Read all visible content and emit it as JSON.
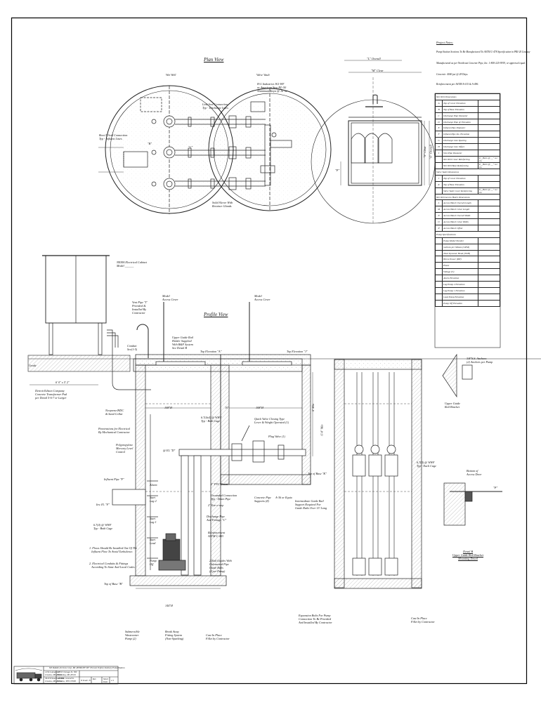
{
  "plan_view": {
    "title": "Plan View",
    "wet_well": "Wet Well",
    "valve_vault": "Valve Vault",
    "link_seal_discharge": "Link Seal Connection\nTyp - Discharge Lines",
    "boot_seal_influent": "Boot N Seal Connection\nTyp - Influent Lines",
    "hatch_note": "H-L Industries W2-WF\nor American Step HL-50\nAluminum Steps @ 16\"oc",
    "solid_sleeve": "Solid Sleeve With\nRetainer Glands",
    "dim_b": "\"B\"",
    "dim_c": "\"C\""
  },
  "section_view": {
    "overall": "\"L\" Overall",
    "clear": "\"M\" Clear",
    "clear_v": "\"N\" Clear",
    "overall_v": "\"O\" Overall",
    "dim_p": "\"P\""
  },
  "project_notes": {
    "title": "Project Notes:",
    "lines": [
      "Pump Station Sections To Be Manufactured To ASTM C-478 Specification in PRI-20 Lindsay",
      "Manufactured as per Northeast Concrete Pipe, Inc. 1-800-225-9919, or approved equal.",
      "Concrete: 4000 psi @ 28 Days.",
      "Reinforcement per ASTM A-615 & A-496."
    ]
  },
  "spec_table": {
    "sections": [
      {
        "header": "Wet Well Dimensions",
        "rows": [
          {
            "k": "A",
            "label": "Top of Cover Elevation",
            "v": ""
          },
          {
            "k": "B",
            "label": "Top of Base Elevation",
            "v": ""
          },
          {
            "k": "C",
            "label": "Discharge Pipe Diameter",
            "v": ""
          },
          {
            "k": "D",
            "label": "Discharge Pipe @ Elevation",
            "v": ""
          },
          {
            "k": "E",
            "label": "Influent Pipe Diameter",
            "v": ""
          },
          {
            "k": "F",
            "label": "Influent Pipe Inv. Elevation",
            "v": ""
          },
          {
            "k": "G",
            "label": "Discharge Line Spacing",
            "v": ""
          },
          {
            "k": "H",
            "label": "Discharge Line Offset",
            "v": ""
          },
          {
            "k": "I",
            "label": "Vent Pipe Diameter",
            "v": ""
          },
          {
            "k": "",
            "label": "Wet Well Cover Reinforcing",
            "v": "#__Bars @ __\" o.c. ew"
          },
          {
            "k": "",
            "label": "Wet Well Base Reinforcing",
            "v": "#__Bars @ __\" o.c. ew"
          }
        ]
      },
      {
        "header": "Valve Vault Dimensions",
        "rows": [
          {
            "k": "J",
            "label": "Top of Cover Elevation",
            "v": ""
          },
          {
            "k": "K",
            "label": "Top of Base Elevation",
            "v": ""
          },
          {
            "k": "",
            "label": "Valve Vault Cover Reinforcing",
            "v": "#__Bars @ __\" o.c. ew"
          }
        ]
      },
      {
        "header": "Wet Well Access Hatch Dimensions",
        "rows": [
          {
            "k": "L",
            "label": "Access Hatch Overall Length",
            "v": ""
          },
          {
            "k": "M",
            "label": "Access Hatch Clear Length",
            "v": ""
          },
          {
            "k": "N",
            "label": "Access Hatch Overall Width",
            "v": ""
          },
          {
            "k": "O",
            "label": "Access Hatch Clear Width",
            "v": ""
          },
          {
            "k": "P",
            "label": "Access Hatch Offset",
            "v": ""
          }
        ]
      },
      {
        "header": "Pump Specifications",
        "rows": [
          {
            "k": "",
            "label": "Pump Model Number",
            "v": ""
          },
          {
            "k": "",
            "label": "Gallons per Minute (GPM)",
            "v": ""
          },
          {
            "k": "",
            "label": "Total Dynamic Head (TDH)",
            "v": ""
          },
          {
            "k": "",
            "label": "Horse Power (HP)",
            "v": ""
          },
          {
            "k": "",
            "label": "Phase",
            "v": ""
          },
          {
            "k": "",
            "label": "Voltage (V)",
            "v": ""
          },
          {
            "k": "",
            "label": "Alarm Elevation",
            "v": ""
          },
          {
            "k": "",
            "label": "Lag Pump 2 Elevation",
            "v": ""
          },
          {
            "k": "",
            "label": "Lag Pump 1 Elevation",
            "v": ""
          },
          {
            "k": "",
            "label": "Lead Pump Elevation",
            "v": ""
          },
          {
            "k": "",
            "label": "Pump Off Elevation",
            "v": ""
          }
        ]
      }
    ]
  },
  "profile_view": {
    "title": "Profile View",
    "nema_panel": "NEMA Electrical Cabinet\nModel ______",
    "vent_pipe": "Vent Pipe \"I\"\nProvided &\nInstalled By\nContractor",
    "conduit": "Conduit\nSee(1-5)",
    "hatch_model_1": "Model\nAccess Cover",
    "hatch_model_2": "Model\nAccess Cover",
    "upper_guide": "Upper Guide Rail\nHolder Supplied\nWith B&F System\nSee Detail B",
    "top_elev_a": "Top Elevation \"A\"",
    "top_elev_j": "Top Elevation \"J\"",
    "grade_left": "Grade",
    "transformer": "Detroit Edison Company\nConcrete Transformer Pad\nper Detail 5-6-7 or Larger",
    "dim_ground": "6' 0\" x 5' 2\"",
    "neoprene": "Neoprene/HDC\n& Sand Collar",
    "penetration": "Penetrations for Electrical\nBy Mechanical Contractor",
    "dim_108_1": "108\"Ø",
    "dim_108_2": "108\"Ø",
    "dim_108_3": "108\"Ø",
    "dim_10": "10\"",
    "wwf_note": "6.7(4x4) @ WWF\nTyp - Both Cage",
    "dim_6min": "6' Min",
    "dim_6_10": "6'-0\" Min",
    "dim_4": "4'",
    "dim_g_d": "@ EL \"D\"",
    "quick_valve": "Quick Valve Closing Type\nLever & Weight Operated (1)",
    "plug_valve": "Plug Valve (1)",
    "polypropylene": "Polypropylene\nMercury Level\nControl",
    "influent_pipe": "Influent Pipe \"F\"",
    "top_base_k": "Top of Base \"K\"",
    "pvc_drain": "2\" PVC Drain",
    "grounded_conn": "Grounded Connection\nTyp - Drain Pipe",
    "two_inch": "2\" Ear o stop",
    "concrete_pipe": "Concrete Pipe\nSupports (8)",
    "a36": "A-36 or Equiv.",
    "inv_el": "Inv. El. \"F\"",
    "start_lag2": "Start\nLag 2",
    "start_lag1": "Start\nLag 1",
    "start_lead": "Start\nLead",
    "pump_off": "Pump\nOff",
    "alarm": "Alarm",
    "wwf_both": "6.7(4) @ WWF\nTyp - Both Cage",
    "discharge_pipe": "Discharge Pipe\nAnd Fittings \"C\"",
    "reinforcement": "Reinforcement\nASTM C-443",
    "note1": "1. Flows Should Be Installed Out Of The\n   Influent Flow To Avoid Turbulence.",
    "note2": "2. Electrical Conduits & Fittings\n   According To State And Local Codes",
    "guide_rails": "2 Rail Guides With\nGalvanized Pipe\nGuide Rails\n(2 per Pump)",
    "top_base_b": "Top of Base \"B\"",
    "dim_144": "144\"Ø",
    "submersible": "Submersible\nWastewater\nPump (2)",
    "break_away": "Break Away\nFitting System\n(Non-Sparking)",
    "cast_in_place": "Cast In Place\nFillet by Contractor"
  },
  "right_profile": {
    "anchors": "3/8\"S.S. Anchors\n(2) Anchors per Pump",
    "upper_guide_bracket": "Upper Guide\nRail Bracket",
    "wwf": "6.7(4) @ WWF\nTyp - Each Cage",
    "intermediate": "Intermediate Guide Rail\nSupport Required For\nGuide Rails Over 15' Long",
    "expansion": "Expansion Bolts For Pump\nConnection To Be Provided\nAnd Installed By Contractor",
    "cast_in_place": "Cast In Place\nFillet by Contractor",
    "bottom_access": "Bottom of\nAccess Door",
    "dim_p": "\"P\"",
    "detail_title": "Detail B\nUpper Guide Rail Bracket\nMounting Detail"
  },
  "title_block": {
    "company": "MJ Rudden & Sons Corp. MI 48306",
    "addr1": "1234 Lomasville\nLivonia, MI 48152",
    "addr2": "1750 Chicago St. NW\nWyoming, MI 49519",
    "addr3": "3610 Wheat Lake Rd\nLivonia, MI 48154",
    "addr4": "1750 W. Grand St.\nLivonia, TPN 07000",
    "drawing_title": "108\"/96\" Precast Triplex Sanitary Pump Station",
    "scale": "N Scale: N",
    "rev": "Rev",
    "sheet": "Sheet",
    "date": "Date",
    "by": "By",
    "sheet_no": "1/1"
  }
}
